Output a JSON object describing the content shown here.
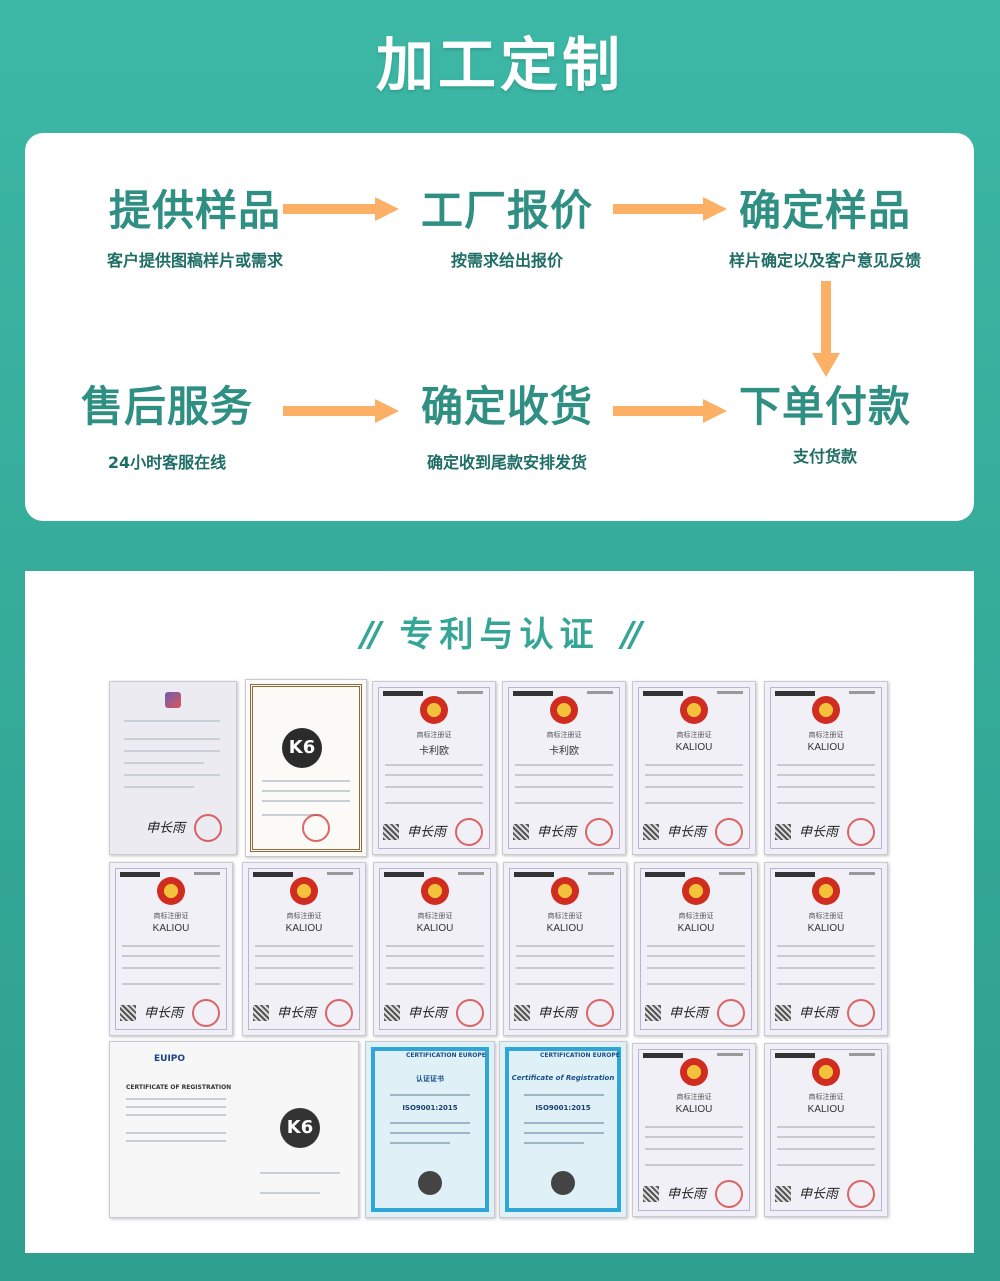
{
  "page": {
    "title": "加工定制"
  },
  "process": {
    "steps": [
      {
        "title": "提供样品",
        "desc": "客户提供图稿样片或需求"
      },
      {
        "title": "工厂报价",
        "desc": "按需求给出报价"
      },
      {
        "title": "确定样品",
        "desc": "样片确定以及客户意见反馈"
      },
      {
        "title": "售后服务",
        "desc": "24小时客服在线"
      },
      {
        "title": "确定收货",
        "desc": "确定收到尾款安排发货"
      },
      {
        "title": "下单付款",
        "desc": "支付货款"
      }
    ]
  },
  "certificates": {
    "title": "专利与认证",
    "decor": "//",
    "trademark_header": "商标注册证",
    "chinese_mark": "卡利欧",
    "brand_mark": "KALIOU",
    "signature": "申长雨",
    "iso": {
      "brand": "CERTIFICATION EUROPE",
      "title_cn": "认证证书",
      "title_en": "Certificate of Registration",
      "standard": "ISO9001:2015"
    },
    "euipo": {
      "brand": "EUIPO",
      "title": "CERTIFICATE OF REGISTRATION"
    }
  },
  "colors": {
    "background": "#35ab9a",
    "step_title": "#2f8f83",
    "arrow": "#fbb066",
    "card": "#ffffff"
  }
}
